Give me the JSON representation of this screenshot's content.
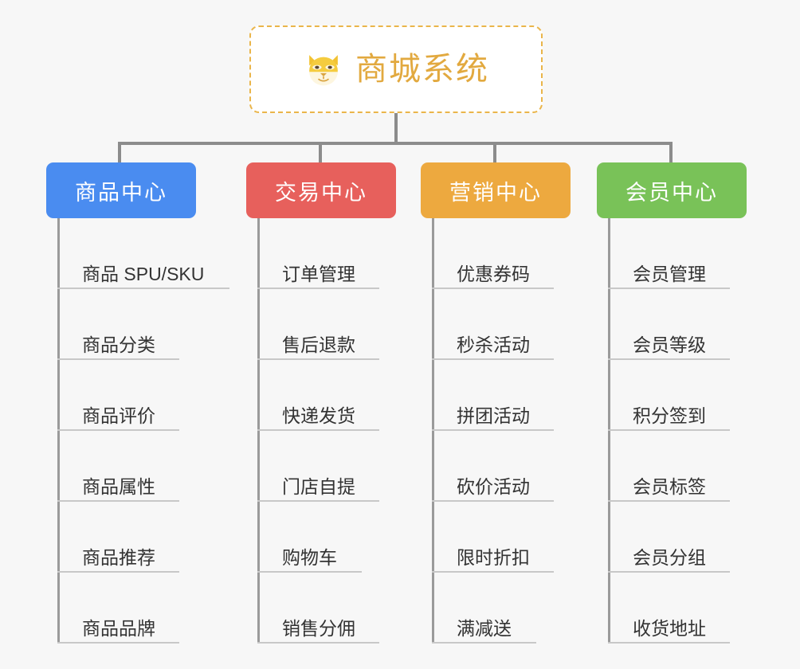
{
  "background_color": "#f7f7f7",
  "root": {
    "icon": "shiba-dog-face-icon",
    "title": "商城系统",
    "title_color": "#e2a93f",
    "border_color": "#eab54a",
    "fill_color": "#ffffff"
  },
  "connector_color": "#8c8c8c",
  "leaf_text_color": "#333333",
  "leaf_underline_color": "#c8c8c8",
  "columns": [
    {
      "title": "商品中心",
      "color": "#4a8cf0",
      "items": [
        "商品 SPU/SKU",
        "商品分类",
        "商品评价",
        "商品属性",
        "商品推荐",
        "商品品牌"
      ]
    },
    {
      "title": "交易中心",
      "color": "#e7605c",
      "items": [
        "订单管理",
        "售后退款",
        "快递发货",
        "门店自提",
        "购物车",
        "销售分佣"
      ]
    },
    {
      "title": "营销中心",
      "color": "#eda93f",
      "items": [
        "优惠券码",
        "秒杀活动",
        "拼团活动",
        "砍价活动",
        "限时折扣",
        "满减送"
      ]
    },
    {
      "title": "会员中心",
      "color": "#79c258",
      "items": [
        "会员管理",
        "会员等级",
        "积分签到",
        "会员标签",
        "会员分组",
        "收货地址"
      ]
    }
  ]
}
